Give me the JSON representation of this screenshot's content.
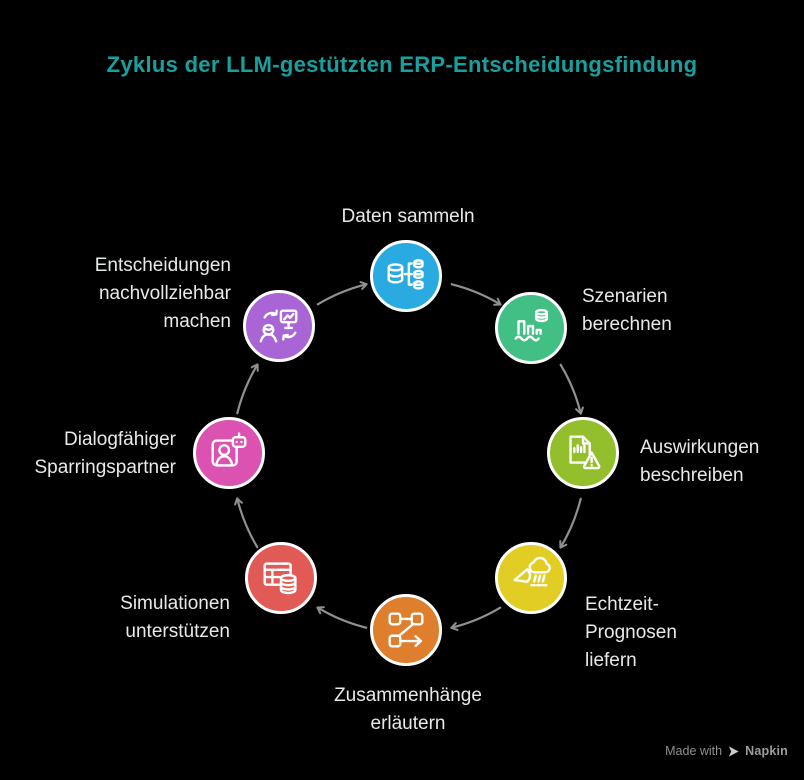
{
  "title": "Zyklus der LLM-gestützten ERP-Entscheidungsfindung",
  "colors": {
    "background": "#000000",
    "title": "#18a09e",
    "arrow": "#8e9192",
    "label": "#e7e9ea",
    "node_ring": "#ffffff"
  },
  "nodes": [
    {
      "id": "daten-sammeln",
      "label": "Daten sammeln",
      "color": "#29abe2",
      "icon": "database-merge-icon"
    },
    {
      "id": "szenarien-berechnen",
      "label": "Szenarien\nberechnen",
      "color": "#41bf84",
      "icon": "chart-database-icon"
    },
    {
      "id": "auswirkungen-beschreiben",
      "label": "Auswirkungen\nbeschreiben",
      "color": "#93bf2d",
      "icon": "document-warning-icon"
    },
    {
      "id": "echtzeit-prognosen-liefern",
      "label": "Echtzeit-\nPrognosen\nliefern",
      "color": "#e2cd24",
      "icon": "cloud-forecast-icon"
    },
    {
      "id": "zusammenhaenge-erlaeutern",
      "label": "Zusammenhänge\nerläutern",
      "color": "#df7f2e",
      "icon": "flowchart-arrow-icon"
    },
    {
      "id": "simulationen-unterstuetzen",
      "label": "Simulationen\nunterstützen",
      "color": "#e15a56",
      "icon": "table-database-icon"
    },
    {
      "id": "dialogfaehiger-sparringspartner",
      "label": "Dialogfähiger\nSparringspartner",
      "color": "#dc52b0",
      "icon": "person-chatbot-icon"
    },
    {
      "id": "entscheidungen-nachvollziehbar",
      "label": "Entscheidungen\nnachvollziehbar\nmachen",
      "color": "#a965d5",
      "icon": "person-screen-sync-icon"
    }
  ],
  "watermark": {
    "made_with": "Made with",
    "brand": "Napkin"
  }
}
